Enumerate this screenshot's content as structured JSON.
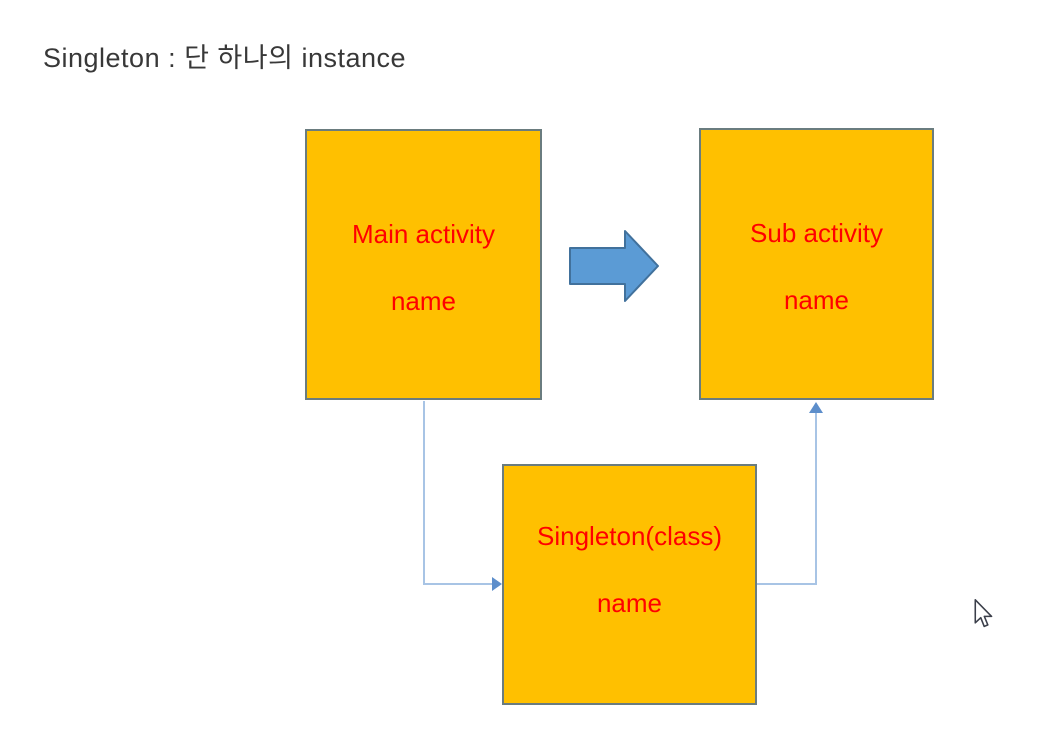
{
  "slide": {
    "title": "Singleton : 단 하나의 instance"
  },
  "boxes": [
    {
      "name": "main-activity",
      "line1": "Main activity",
      "line2": "name"
    },
    {
      "name": "sub-activity",
      "line1": "Sub activity",
      "line2": "name"
    },
    {
      "name": "singleton-class",
      "line1": "Singleton(class)",
      "line2": "name"
    }
  ],
  "icons": {
    "block_arrow": "right-block-arrow",
    "cursor": "mouse-cursor"
  },
  "colors": {
    "background": "#FFFFFF",
    "box_fill": "#FFC000",
    "box_border": "#6A7C7F",
    "box_text": "#FF0000",
    "title_text": "#383838",
    "block_arrow_fill": "#5B9BD5",
    "block_arrow_border": "#41719C",
    "connector_line": "#A8C4E5",
    "connector_arrowhead": "#5D8ECB"
  }
}
